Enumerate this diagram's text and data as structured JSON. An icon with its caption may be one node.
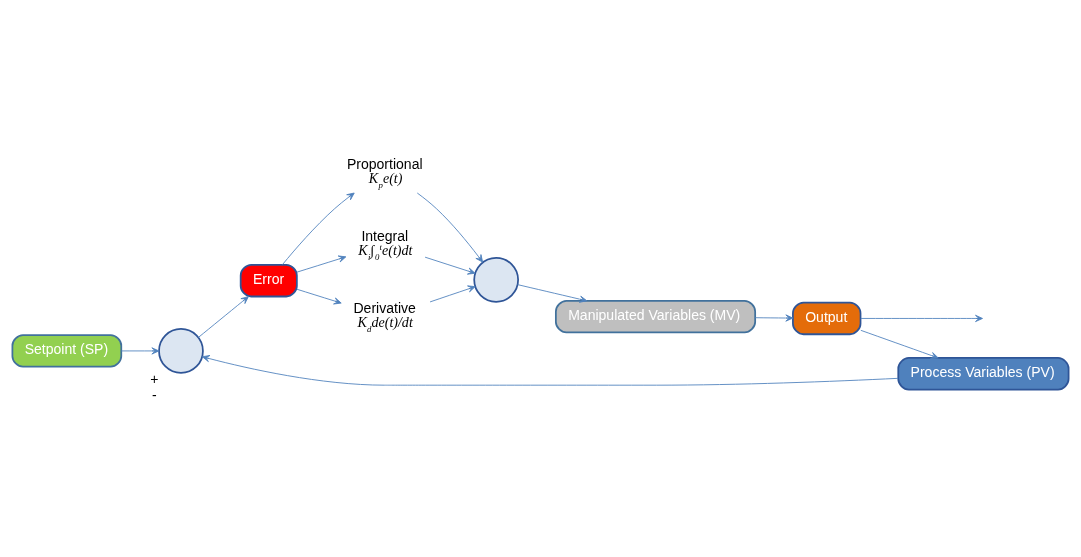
{
  "diagram": {
    "nodes": [
      {
        "text": [
          "Setpoint (SP)"
        ]
      },
      {
        "text": [],
        "shape": "circle",
        "beside": [
          "+",
          "-"
        ]
      },
      {
        "text": [
          "Error"
        ]
      },
      {
        "text": [
          "Proportional",
          "K$_{p}$e(t)"
        ]
      },
      {
        "text": [
          "Integral",
          "K$_{i}$∫$_{0}$$^{t}$e(t)dt"
        ]
      },
      {
        "text": [
          "Derivative",
          "K$_{d}$de(t)/dt"
        ]
      },
      {
        "text": [],
        "shape": "circle"
      },
      {
        "text": [
          "Manipulated Variables (MV)"
        ]
      },
      {
        "text": [
          "Output"
        ]
      },
      {
        "text": [
          "Process Variables (PV)"
        ]
      }
    ],
    "edges": [
      {
        "from": 0,
        "to": 1,
        "arrow": "to"
      },
      {
        "from": 1,
        "to": 2,
        "arrow": "to"
      },
      {
        "from": 2,
        "to": 3,
        "arrow": "to"
      },
      {
        "from": 2,
        "to": 4,
        "arrow": "to"
      },
      {
        "from": 2,
        "to": 5,
        "arrow": "to"
      },
      {
        "from": 3,
        "to": 6,
        "arrow": "to"
      },
      {
        "from": 4,
        "to": 6,
        "arrow": "to"
      },
      {
        "from": 5,
        "to": 6,
        "arrow": "to"
      },
      {
        "from": 6,
        "to": 7,
        "arrow": "to"
      },
      {
        "from": 7,
        "to": 8,
        "arrow": "to"
      },
      {
        "from": 8,
        "to": 9,
        "arrow": "to"
      },
      {
        "from": 8,
        "to": null,
        "arrow": "to"
      },
      {
        "from": 9,
        "to": 1,
        "arrow": "to"
      }
    ]
  }
}
